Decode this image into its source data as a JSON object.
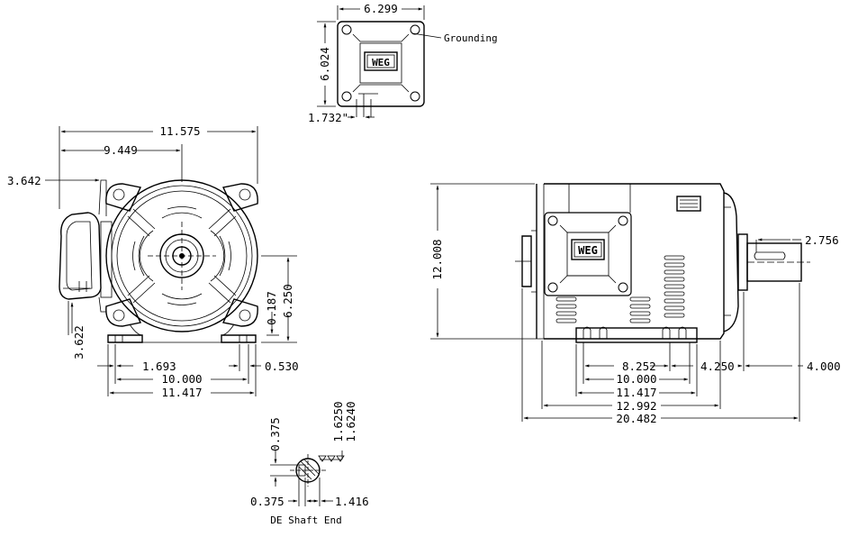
{
  "logo_text": "WEG",
  "top_view": {
    "width": "6.299",
    "height": "6.024",
    "conduit": "1.732\"",
    "grounding_label": "Grounding"
  },
  "front_view": {
    "overall": "11.575",
    "to_box": "9.449",
    "box_offset": "3.642",
    "foot_height": "3.622",
    "shaft_height": "6.250",
    "foot_thickness": "0.187",
    "hole_spacing": "1.693",
    "slot_width": "0.530",
    "foot_span": "10.000",
    "foot_width": "11.417"
  },
  "side_view": {
    "height": "12.008",
    "shaft_dia": "2.756",
    "d_8252": "8.252",
    "d_4250": "4.250",
    "d_4000": "4.000",
    "d_10000": "10.000",
    "d_11417": "11.417",
    "d_12992": "12.992",
    "d_20482": "20.482"
  },
  "shaft_end": {
    "key_height": "0.375",
    "dia_max": "1.6250",
    "dia_min": "1.6240",
    "key_width": "0.375",
    "flat": "1.416",
    "title": "DE Shaft End"
  }
}
